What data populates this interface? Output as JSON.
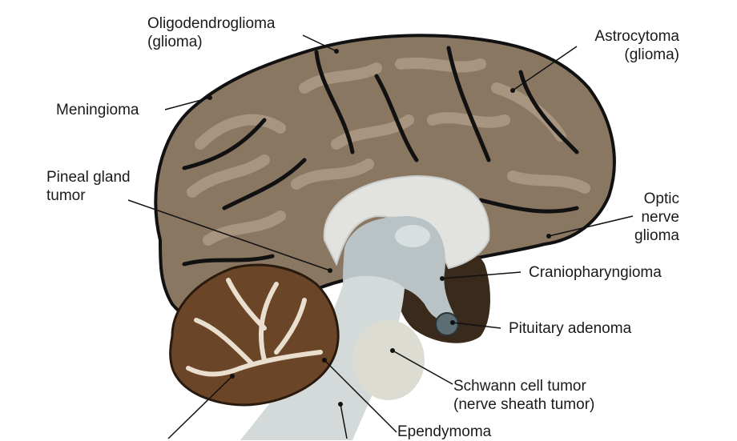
{
  "labels": {
    "oligodendroglioma": [
      "Oligodendroglioma",
      "(glioma)"
    ],
    "astrocytoma": [
      "Astrocytoma",
      "(glioma)"
    ],
    "meningioma": [
      "Meningioma"
    ],
    "pineal": [
      "Pineal gland",
      "tumor"
    ],
    "optic": [
      "Optic",
      "nerve",
      "glioma"
    ],
    "craniopharyngioma": [
      "Craniopharyngioma"
    ],
    "pituitary": [
      "Pituitary adenoma"
    ],
    "schwann": [
      "Schwann cell tumor",
      "(nerve sheath tumor)"
    ],
    "ependymoma": [
      "Ependymoma"
    ]
  },
  "colors": {
    "cortex": "#8a7762",
    "cortex_light": "#a79580",
    "sulcus": "#111111",
    "midbrain": "#b9c3c5",
    "ventricle": "#e2e2df",
    "cerebellum": "#6b4527",
    "cerebellum_white": "#eadfcf",
    "dark_region": "#3a2a1c",
    "pons": "#dcdcd3"
  }
}
